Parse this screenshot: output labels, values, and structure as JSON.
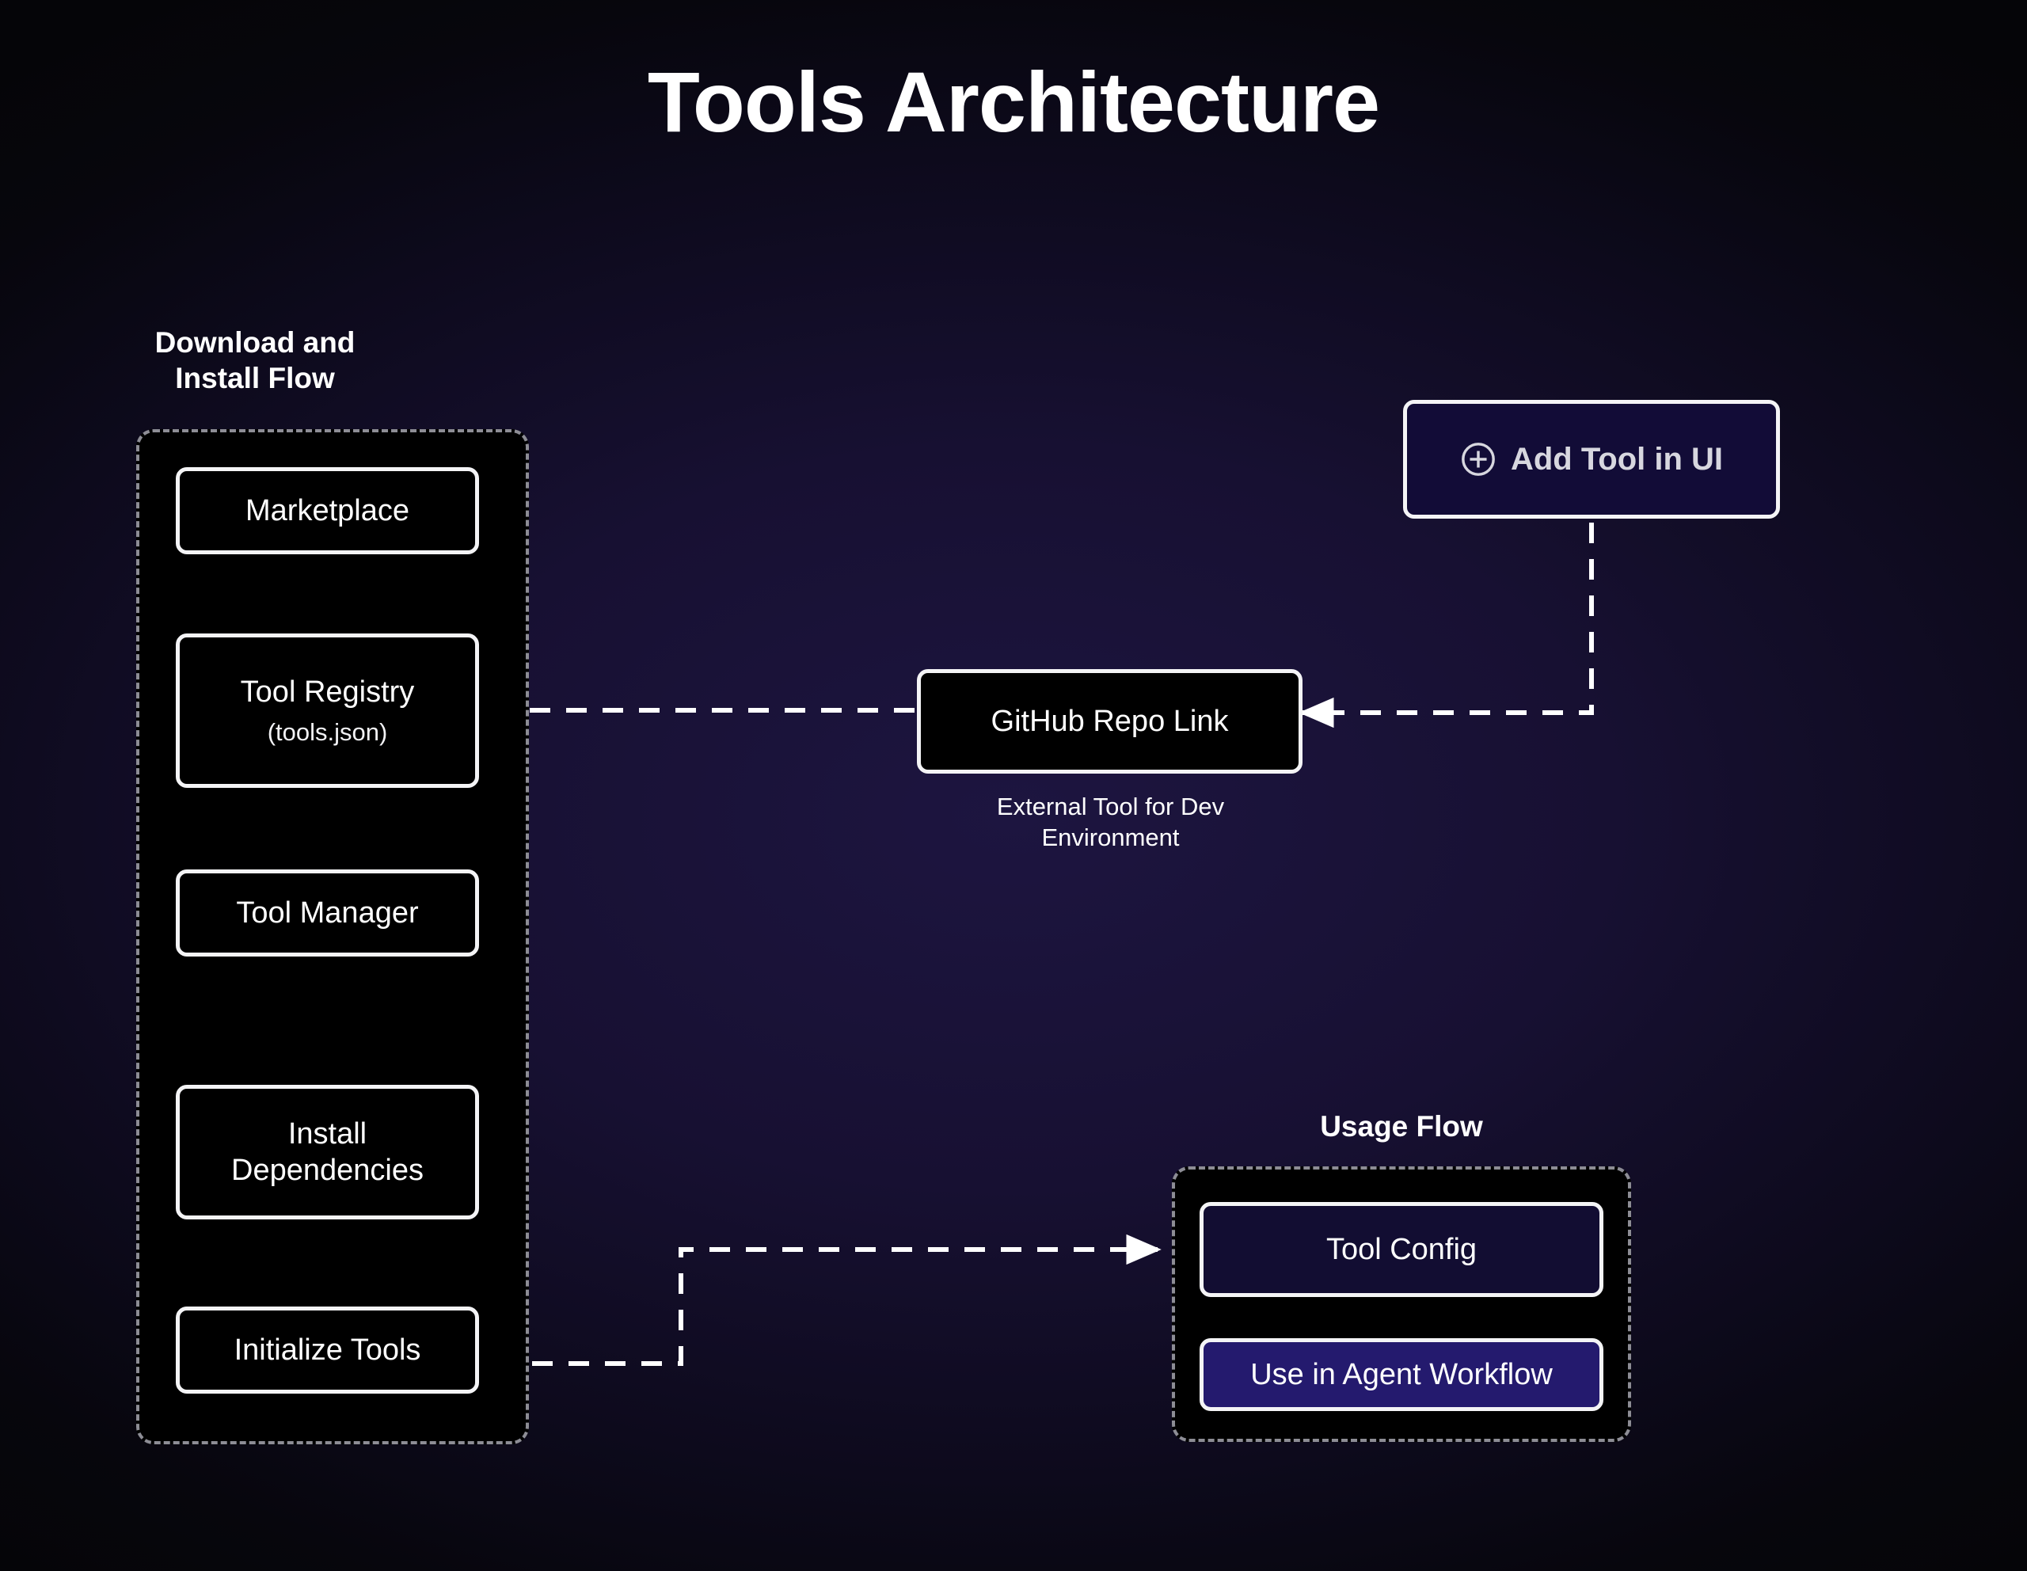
{
  "page": {
    "title": "Tools Architecture",
    "background_color": "#0d0a1c",
    "accent_navy": "#241a6e",
    "accent_navy_dark": "#120d32",
    "stroke_color": "#f4f4f6",
    "group_border_color": "#8d8d95"
  },
  "groups": [
    {
      "id": "install-flow",
      "label": "Download and\nInstall Flow",
      "label_line1": "Download and",
      "label_line2": "Install Flow"
    },
    {
      "id": "usage-flow",
      "label": "Usage Flow"
    }
  ],
  "nodes": {
    "marketplace": {
      "label": "Marketplace"
    },
    "tool_registry": {
      "label": "Tool Registry",
      "sublabel": "(tools.json)"
    },
    "tool_manager": {
      "label": "Tool Manager"
    },
    "install_dependencies": {
      "label_line1": "Install",
      "label_line2": "Dependencies"
    },
    "initialize_tools": {
      "label": "Initialize Tools"
    },
    "add_tool_ui": {
      "label": "Add Tool in UI",
      "icon": "plus-circle-icon"
    },
    "github_repo_link": {
      "label": "GitHub Repo Link"
    },
    "github_caption": {
      "line1": "External Tool for Dev",
      "line2": "Environment"
    },
    "tool_config": {
      "label": "Tool Config"
    },
    "use_in_agent_workflow": {
      "label": "Use in Agent Workflow"
    }
  },
  "connections": [
    {
      "from": "marketplace",
      "to": "tool_registry",
      "style": "dashed-arrow-down"
    },
    {
      "from": "tool_registry",
      "to": "tool_manager",
      "style": "dashed-arrow-down"
    },
    {
      "from": "tool_manager",
      "to": "install_dependencies",
      "style": "dashed-arrow-down"
    },
    {
      "from": "install_dependencies",
      "to": "initialize_tools",
      "style": "dashed-arrow-down"
    },
    {
      "from": "github_repo_link",
      "to": "tool_registry",
      "style": "dashed-arrow-left"
    },
    {
      "from": "add_tool_ui",
      "to": "github_repo_link",
      "style": "dashed-arrow-elbow-left"
    },
    {
      "from": "initialize_tools",
      "to": "tool_config",
      "style": "dashed-arrow-elbow-right"
    },
    {
      "from": "tool_config",
      "to": "use_in_agent_workflow",
      "style": "dashed-arrow-down"
    }
  ]
}
